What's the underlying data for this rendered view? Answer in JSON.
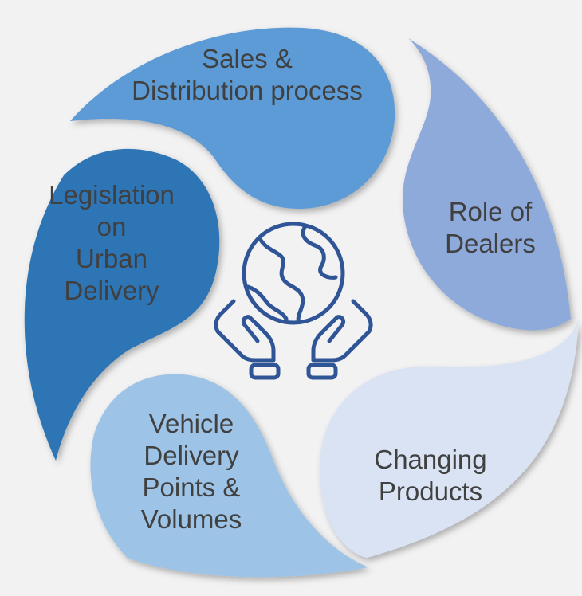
{
  "colors": {
    "background": "#f2f2f2",
    "petal_sales": "#5b9bd5",
    "petal_dealers": "#8eaadb",
    "petal_products": "#dae3f3",
    "petal_vehicle": "#9dc3e6",
    "petal_legislation": "#2e75b6",
    "icon_stroke": "#2f5597",
    "text": "#404040"
  },
  "icon": {
    "name": "globe-in-hands-icon"
  },
  "petals": {
    "sales": {
      "lines": [
        "Sales &",
        "Distribution process"
      ]
    },
    "dealers": {
      "lines": [
        "Role of",
        "Dealers"
      ]
    },
    "products": {
      "lines": [
        "Changing",
        "Products"
      ]
    },
    "vehicle": {
      "lines": [
        "Vehicle",
        "Delivery",
        "Points &",
        "Volumes"
      ]
    },
    "legislation": {
      "lines": [
        "Legislation",
        "on",
        "Urban",
        "Delivery"
      ]
    }
  }
}
